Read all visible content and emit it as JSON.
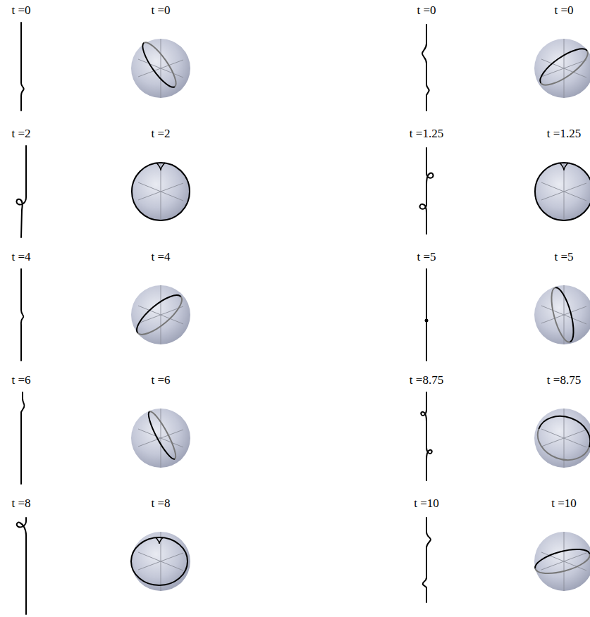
{
  "diagram": {
    "labels": [
      "t =0",
      "t =0",
      "t =0",
      "t =0",
      "t =2",
      "t =2",
      "t =1.25",
      "t =1.25",
      "t =4",
      "t =4",
      "t =5",
      "t =5",
      "t =6",
      "t =6",
      "t =8.75",
      "t =8.75",
      "t =8",
      "t =8",
      "t =10",
      "t =10"
    ]
  }
}
